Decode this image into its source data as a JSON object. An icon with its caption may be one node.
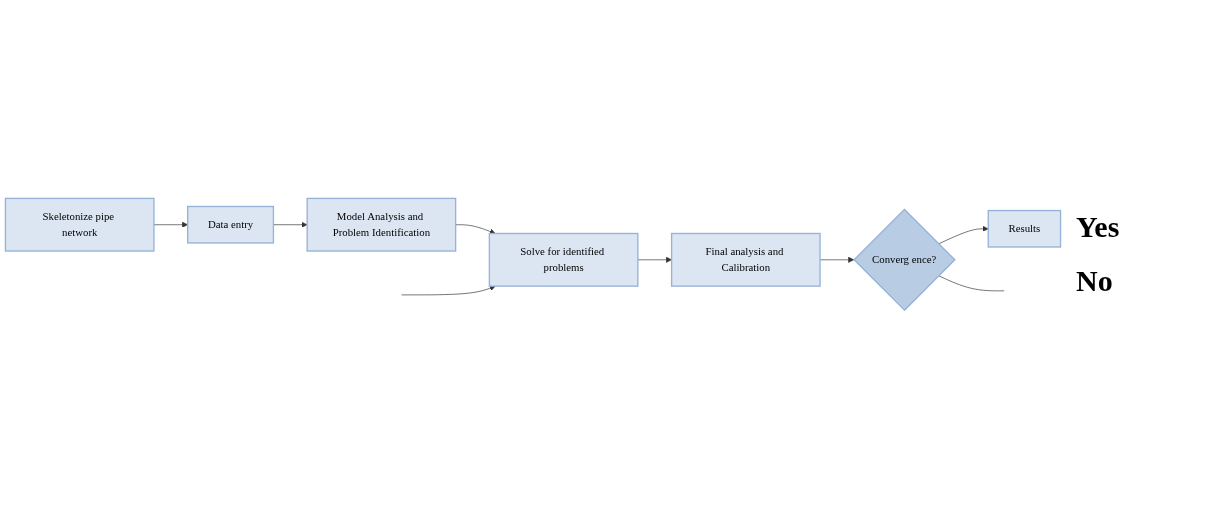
{
  "diagram": {
    "nodes": [
      {
        "text": [
          "Skeletonize pipe network"
        ]
      },
      {
        "text": [
          "Data entry"
        ]
      },
      {
        "text": [
          "Model Analysis and Problem Identification"
        ]
      },
      {
        "text": [
          "Solve for identified problems"
        ]
      },
      {
        "text": [
          "Final analysis and Calibration"
        ]
      },
      {
        "text": [
          "Converg ence?"
        ]
      },
      {
        "text": [
          "Results"
        ]
      }
    ],
    "edges": [
      {
        "from": 0,
        "to": 1,
        "arrow": "to"
      },
      {
        "from": 1,
        "to": 2,
        "arrow": "to"
      },
      {
        "from": 2,
        "to": 3,
        "arrow": "to"
      },
      {
        "from": 3,
        "to": 4,
        "arrow": "to"
      },
      {
        "from": 4,
        "to": 5,
        "arrow": "to"
      },
      {
        "from": 5,
        "to": 6,
        "arrow": "to"
      },
      {
        "from": 5,
        "to": null,
        "arrow": "none"
      },
      {
        "from": null,
        "to": 3,
        "arrow": "to"
      }
    ],
    "labels": [
      "Yes",
      "No"
    ]
  }
}
